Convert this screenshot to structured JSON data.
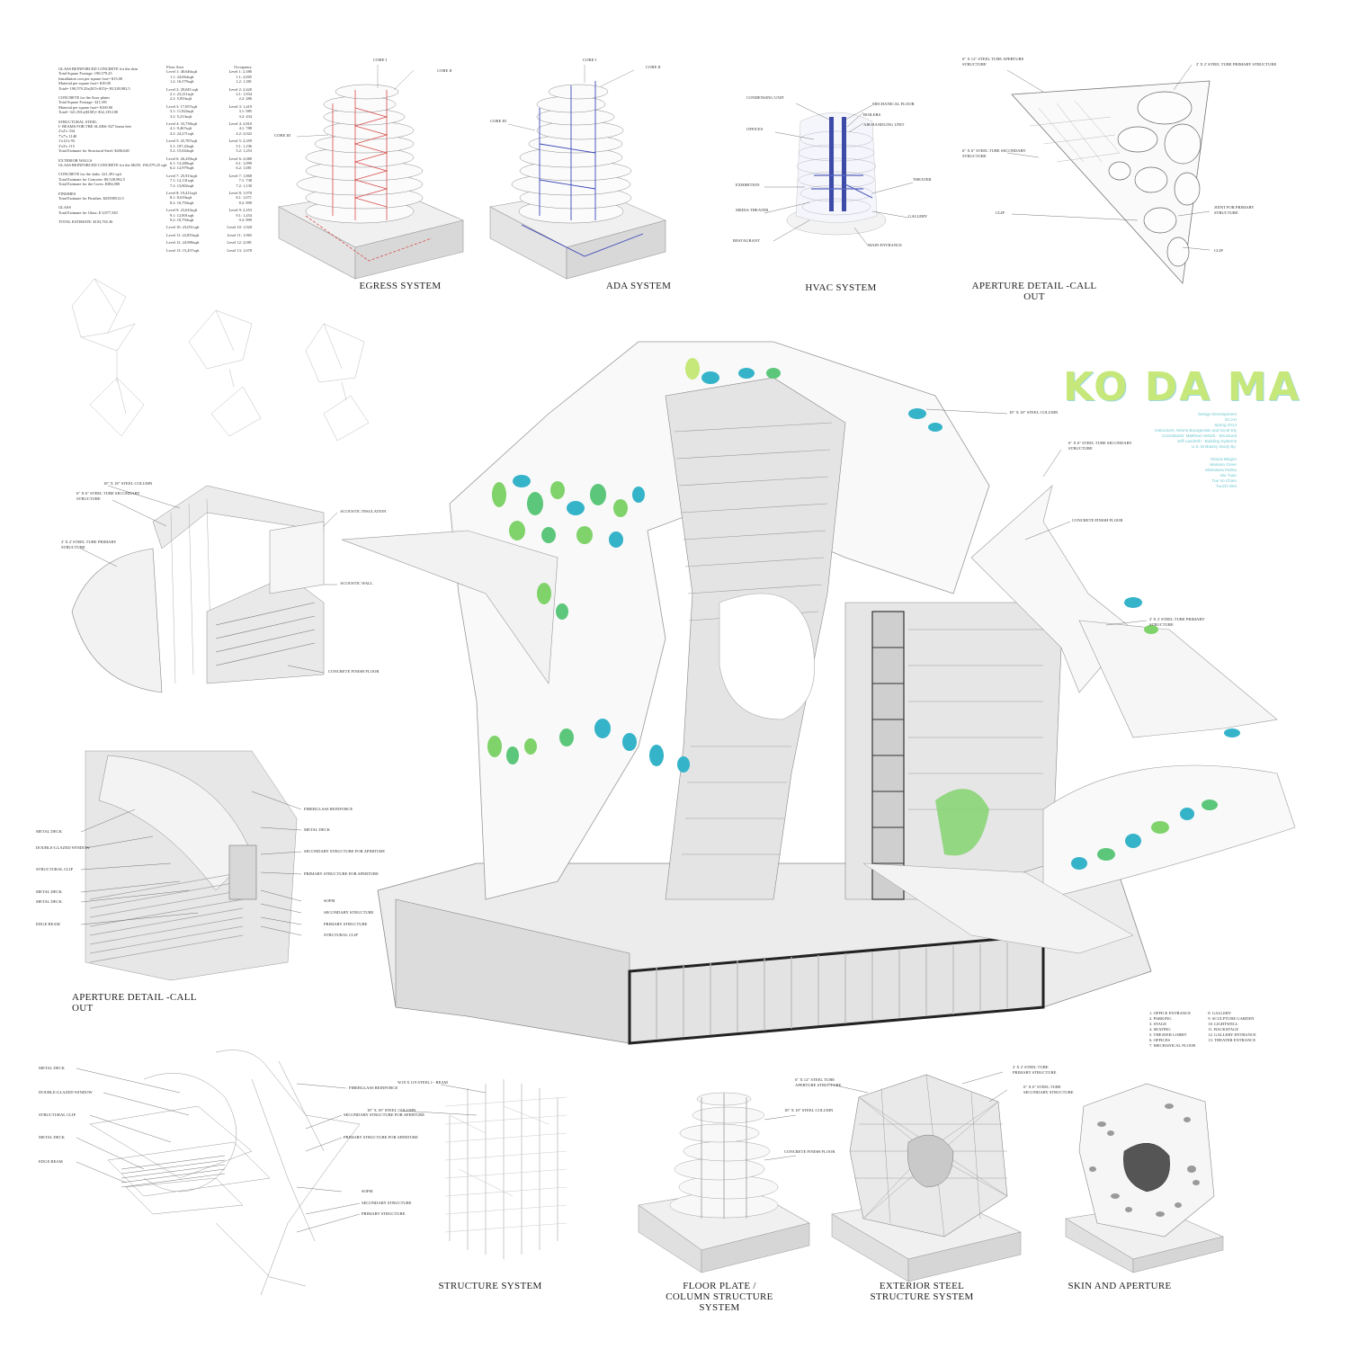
{
  "title": {
    "name": "KO DA MA",
    "credits": [
      "Design Development",
      "ECAH",
      "Spring 2014",
      "Instructors: Nimmi Bourgeoisie and Scott Ely",
      "Consultants: Matthew Hettick - Structural",
      "Jeff Landreth - Building Systems",
      "U.S. Embassy Study By:"
    ],
    "authors": [
      "Dinara Bisgen",
      "Mariano Greer",
      "Mariasara Palma",
      "Mu Yuan",
      "Tue Vo Chien",
      "Tuochi Wet"
    ]
  },
  "estimate_notes": [
    "GLASS REINFORCED CONCRETE for the skin",
    "Total Square Footage: 190,579.25",
    "Installation cost per square foot= $15.00",
    "Material per square foot= $10.00",
    "Total= 190,579.25x($15+$15)= $5,528,982.5",
    "",
    "CONCRETE for the floor plates",
    "Total Square Footage: 321,391",
    "Material per square foot= $100.00",
    "Total= 321,391x($100)= $32,139,100",
    "",
    "STRUCTURAL STEEL",
    "I- BEAMS FOR THE SLABS: 827 linear feet",
    "2'x2'x 334",
    "7'x7'x 1140",
    "1'x12'x 93",
    "3'x3'x 115",
    "Total Estimate for Structural Steel: $206,640",
    "",
    "EXTERIOR WALLS",
    "GLASS REINFORCED CONCRETE for the SKIN: 190,579.25 sqft",
    "",
    "CONCRETE for the slabs: 321,391 sqft",
    "Total Estimate for Concrete: $9,528,982.5",
    "Total Estimate for the Cores: $384,000",
    "",
    "FINISHES",
    "Total Estimate for Finishes: $25598512.5",
    "",
    "GLASS",
    "Total Estimate for Glass: $ 3,877,330",
    "",
    "TOTAL ESTIMATE: $103,765.36"
  ],
  "area_table": {
    "headers": [
      "Floor Area",
      "Occupancy"
    ],
    "rows": [
      [
        "Level 1: 40,646sqft",
        "Level 1: 2,386"
      ],
      [
        "1.1: 24,064sqft",
        "1.1: 2,005"
      ],
      [
        "1.2: 16,579sqft",
        "1.2: 1,381"
      ],
      [
        "Level 2: 29,045 sqft",
        "Level 2: 2,420"
      ],
      [
        "2.1: 23,211sqft",
        "2.1: 1,934"
      ],
      [
        "2.2: 5,833sqft",
        "2.2: 486"
      ],
      [
        "Level 3: 17,057sqft",
        "Level 3: 1,419"
      ],
      [
        "3.1: 11,824sqft",
        "3.1: 985"
      ],
      [
        "3.2: 5,213sqft",
        "3.2: 434"
      ],
      [
        "Level 4: 33,738sqft",
        "Level 4: 2,810"
      ],
      [
        "4.1: 9,467sqft",
        "4.1: 788"
      ],
      [
        "4.2: 24,271sqft",
        "4.2: 2,022"
      ],
      [
        "Level 5: 25,787sqft",
        "Level 5: 2,359"
      ],
      [
        "5.1: 107,43sqft",
        "5.1: 1,106"
      ],
      [
        "5.2: 15,044sqft",
        "5.2: 1,253"
      ],
      [
        "Level 6: 26,239sqft",
        "Level 6: 2,080"
      ],
      [
        "6.1: 13,280sqft",
        "6.1: 1,099"
      ],
      [
        "6.2: 12,979sqft",
        "6.2: 1,081"
      ],
      [
        "Level 7: 25,913sqft",
        "Level 7: 1,868"
      ],
      [
        "7.1: 12,131sqft",
        "7.1: 738"
      ],
      [
        "7.2: 13,802sqft",
        "7.2: 1,130"
      ],
      [
        "Level 8: 19,411sqft",
        "Level 8: 1,970"
      ],
      [
        "8.1: 8,619sqft",
        "8.1: 1,071"
      ],
      [
        "8.2: 10,794sqft",
        "8.2: 899"
      ],
      [
        "Level 9: 23,633sqft",
        "Level 9: 2,353"
      ],
      [
        "9.1: 12,801sqft",
        "9.1: 1,454"
      ],
      [
        "9.2: 10,794sqft",
        "9.2: 899"
      ],
      [
        "Level 10: 23,051sqft",
        "Level 10: 1,920"
      ],
      [
        "Level 11: 22,853sqft",
        "Level 11: 1,965"
      ],
      [
        "Level 12: 24,986sqft",
        "Level 12: 2,081"
      ],
      [
        "Level 13: 15,457sqft",
        "Level 13: 1,678"
      ]
    ]
  },
  "diagrams": {
    "egress": {
      "caption": "EGRESS SYSTEM",
      "labels": [
        "CORE I",
        "CORE II",
        "CORE III"
      ]
    },
    "ada": {
      "caption": "ADA SYSTEM",
      "labels": [
        "CORE I",
        "CORE II",
        "CORE III"
      ]
    },
    "hvac": {
      "caption": "HVAC SYSTEM",
      "labels_left": [
        "CONDENSING UNIT",
        "OFFICES",
        "EXHIBITION",
        "MEDIA THEATER",
        "RESTAURANT"
      ],
      "labels_right": [
        "MECHANICAL FLOOR",
        "BOILERS",
        "AIR HANDLING UNIT",
        "THEATER",
        "GALLERY",
        "MAIN ENTRANCE"
      ]
    },
    "aperture_top": {
      "caption": "APERTURE DETAIL -CALL OUT",
      "labels": [
        "6\" X 12\" STEEL TUBE APERTURE STRUCTURE",
        "2' X 2' STEEL TUBE PRIMARY STRUCTURE",
        "6\" X 6\" STEEL TUBE SECONDARY STRUCTURE",
        "CLIP",
        "JOINT FOR PRIMARY STRUCTURE",
        "CLIP"
      ]
    },
    "theater_detail": {
      "labels": [
        "18\" X 18\" STEEL COLUMN",
        "6\" X 6\" STEEL TUBE SECONDARY STRUCTURE",
        "ACOUSTIC INSULATION",
        "2' X 2' STEEL TUBE PRIMARY STRUCTURE",
        "ACOUSTIC WALL",
        "CONCRETE FINISH FLOOR"
      ]
    },
    "aperture_mid": {
      "caption": "APERTURE DETAIL -CALL OUT",
      "labels_left": [
        "METAL DECK",
        "DOUBLE-GLAZED WINDOW",
        "STRUCTURAL CLIP",
        "METAL DECK",
        "METAL DECK",
        "EDGE BEAM"
      ],
      "labels_right": [
        "FIBERGLASS REINFORCE",
        "METAL DECK",
        "SECONDARY STRUCTURE FOR APERTURE",
        "PRIMARY STRUCTURE FOR APERTURE",
        "SOFM",
        "SECONDARY STRUCTURE",
        "PRIMARY STRUCTURE",
        "STRUTURAL CLIP"
      ]
    },
    "aperture_line": {
      "labels_left": [
        "METAL DECK",
        "DOUBLE-GLAZED WINDOW",
        "STRUCTURAL CLIP",
        "METAL DECK",
        "EDGE BEAM"
      ],
      "labels_right": [
        "FIBERGLASS REINFORCE",
        "SECONDARY STRUCTURE FOR APERTURE",
        "PRIMARY STRUCTURE FOR APERTURE",
        "SOFM",
        "SECONDARY STRUCTURE",
        "PRIMARY STRUCTURE"
      ]
    },
    "main_labels": [
      "18\" X 18\" STEEL COLUMN",
      "6\" X 6\" STEEL TUBE SECONDARY STRUCTURE",
      "CONCRETE FINISH FLOOR",
      "2' X 2' STEEL TUBE PRIMARY STRUCTURE"
    ],
    "structure": {
      "caption": "STRUCTURE SYSTEM",
      "labels": [
        "W18 X 119 STEEL I - BEAM",
        "18\" X 18\" STEEL COLUMN"
      ]
    },
    "floor_plate": {
      "caption": "FLOOR PLATE / COLUMN STRUCTURE SYSTEM",
      "labels": [
        "18\" X 18\" STEEL COLUMN",
        "CONCRETE FINISH FLOOR"
      ]
    },
    "exterior_steel": {
      "caption": "EXTERIOR STEEL STRUCTURE SYSTEM",
      "labels": [
        "6\" X 12\" STEEL TUBE APERTURE STRUCTURE",
        "2' X 2' STEEL TUBE PRIMARY STRUCTURE",
        "6\" X 6\" STEEL TUBE SECONDARY STRUCTURE"
      ]
    },
    "skin": {
      "caption": "SKIN AND APERTURE"
    }
  },
  "legend": {
    "col1": [
      "1. OFFICE ENTRANCE",
      "2. PARKING",
      "3. STAGE",
      "4. SEATING",
      "5. THEATER LOBBY",
      "6. OFFICES",
      "7. MECHANICAL FLOOR"
    ],
    "col2": [
      "8. GALLERY",
      "9. SCULPTURE GARDEN",
      "10. LIGHTWELL",
      "11. BACKSTAGE",
      "12. GALLERY ENTRANCE",
      "13. THEATER ENTRANCE"
    ]
  },
  "colors": {
    "accent_green": "#7fd36a",
    "accent_teal": "#35b3c9",
    "title_lime": "#c6e87a",
    "egress_red": "#d84c4c",
    "ada_blue": "#3b46b8",
    "ink": "#333333"
  }
}
